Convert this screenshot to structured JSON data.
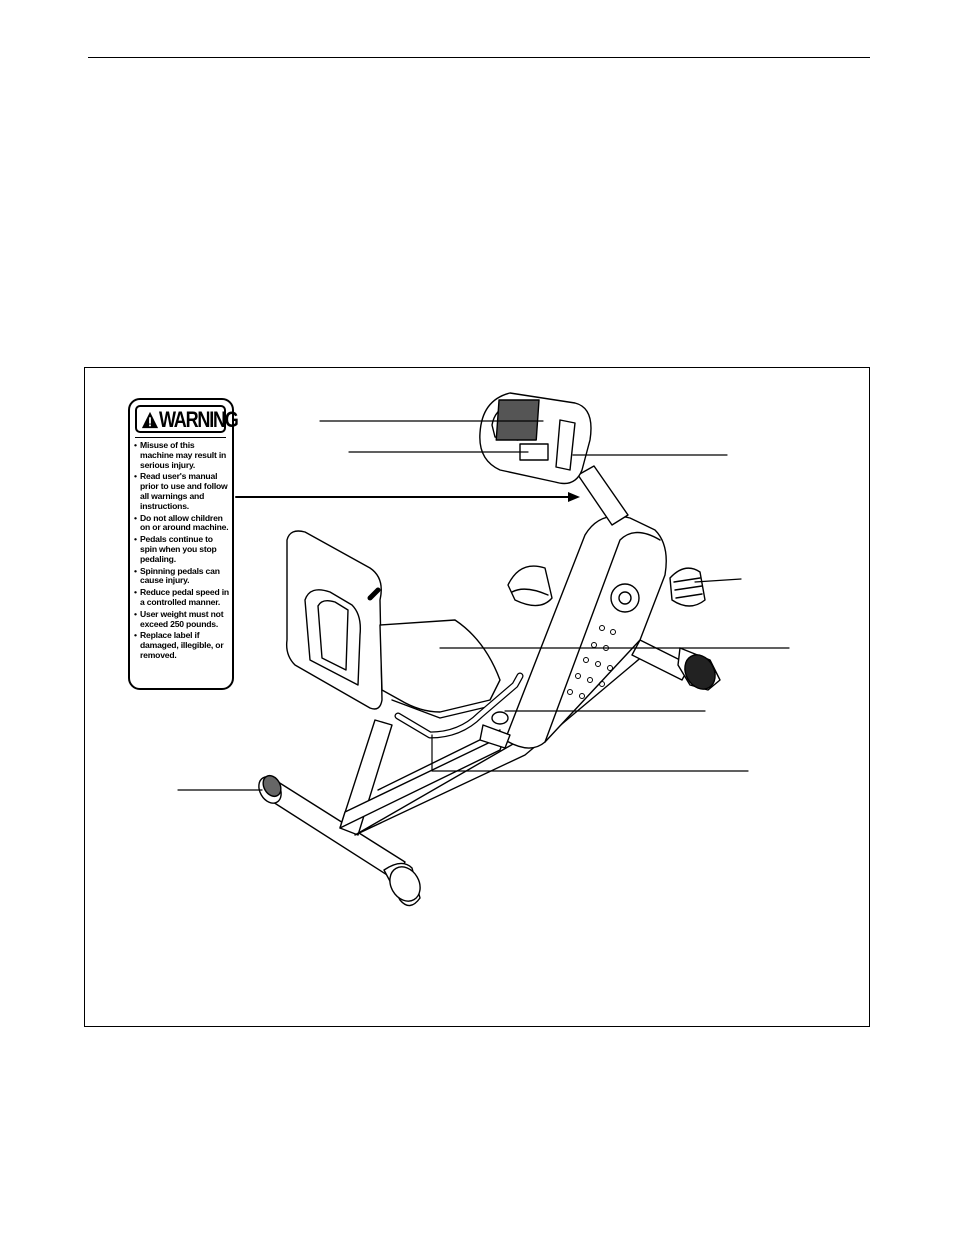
{
  "warning_label": {
    "title": "WARNING",
    "icon": "warning-triangle-icon",
    "items": [
      "Misuse of this machine may result in serious injury.",
      "Read user's manual prior to use and follow all warnings and instructions.",
      "Do not allow children on or around machine.",
      "Pedals continue to spin when you stop pedaling.",
      "Spinning pedals can cause injury.",
      "Reduce pedal speed in a controlled manner.",
      "User weight must not exceed 250 pounds.",
      "Replace label if damaged, illegible, or removed."
    ]
  }
}
